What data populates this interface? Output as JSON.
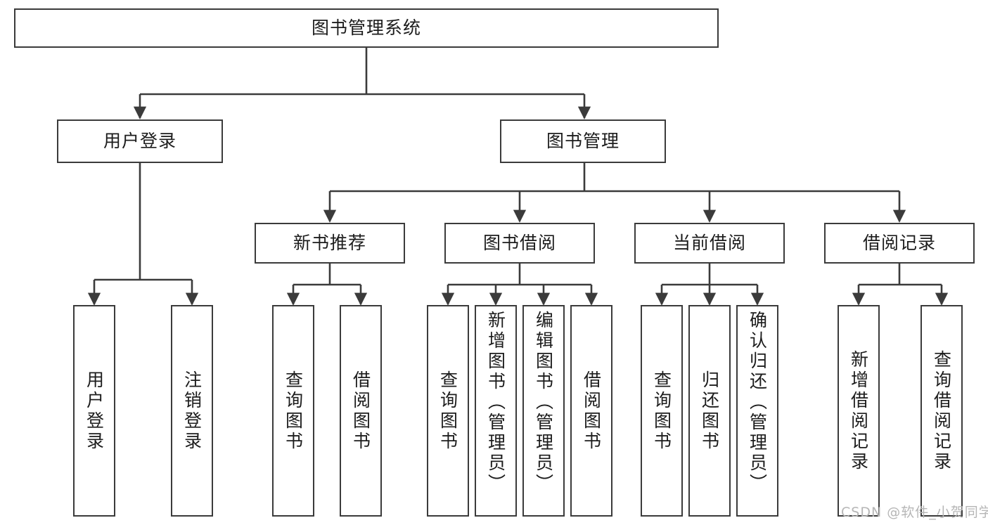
{
  "diagram": {
    "title": "图书管理系统",
    "type": "tree",
    "root": {
      "id": "root",
      "label": "图书管理系统"
    },
    "level2": [
      {
        "id": "user-login",
        "label": "用户登录"
      },
      {
        "id": "book-manage",
        "label": "图书管理"
      }
    ],
    "level3": [
      {
        "id": "new-book-recommend",
        "label": "新书推荐",
        "parent": "book-manage"
      },
      {
        "id": "book-borrow",
        "label": "图书借阅",
        "parent": "book-manage"
      },
      {
        "id": "current-borrow",
        "label": "当前借阅",
        "parent": "book-manage"
      },
      {
        "id": "borrow-record",
        "label": "借阅记录",
        "parent": "book-manage"
      }
    ],
    "leaves": [
      {
        "id": "leaf-user-login",
        "label": "用户登录",
        "parent": "user-login"
      },
      {
        "id": "leaf-logout-login",
        "label": "注销登录",
        "parent": "user-login"
      },
      {
        "id": "leaf-query-book-1",
        "label": "查询图书",
        "parent": "new-book-recommend"
      },
      {
        "id": "leaf-borrow-book-1",
        "label": "借阅图书",
        "parent": "new-book-recommend"
      },
      {
        "id": "leaf-query-book-2",
        "label": "查询图书",
        "parent": "book-borrow"
      },
      {
        "id": "leaf-add-book",
        "label": "新增图书（管理员）",
        "parent": "book-borrow"
      },
      {
        "id": "leaf-edit-book",
        "label": "编辑图书（管理员）",
        "parent": "book-borrow"
      },
      {
        "id": "leaf-borrow-book-2",
        "label": "借阅图书",
        "parent": "book-borrow"
      },
      {
        "id": "leaf-query-book-3",
        "label": "查询图书",
        "parent": "current-borrow"
      },
      {
        "id": "leaf-return-book",
        "label": "归还图书",
        "parent": "current-borrow"
      },
      {
        "id": "leaf-confirm-return",
        "label": "确认归还（管理员）",
        "parent": "current-borrow"
      },
      {
        "id": "leaf-add-record",
        "label": "新增借阅记录",
        "parent": "borrow-record"
      },
      {
        "id": "leaf-query-record",
        "label": "查询借阅记录",
        "parent": "borrow-record"
      }
    ],
    "colors": {
      "stroke": "#3b3b3b",
      "fill": "#ffffff",
      "text": "#1c1c1c",
      "watermark": "#b6b6b6"
    }
  },
  "watermark": {
    "text": "CSDN @软件_小贺同学"
  }
}
